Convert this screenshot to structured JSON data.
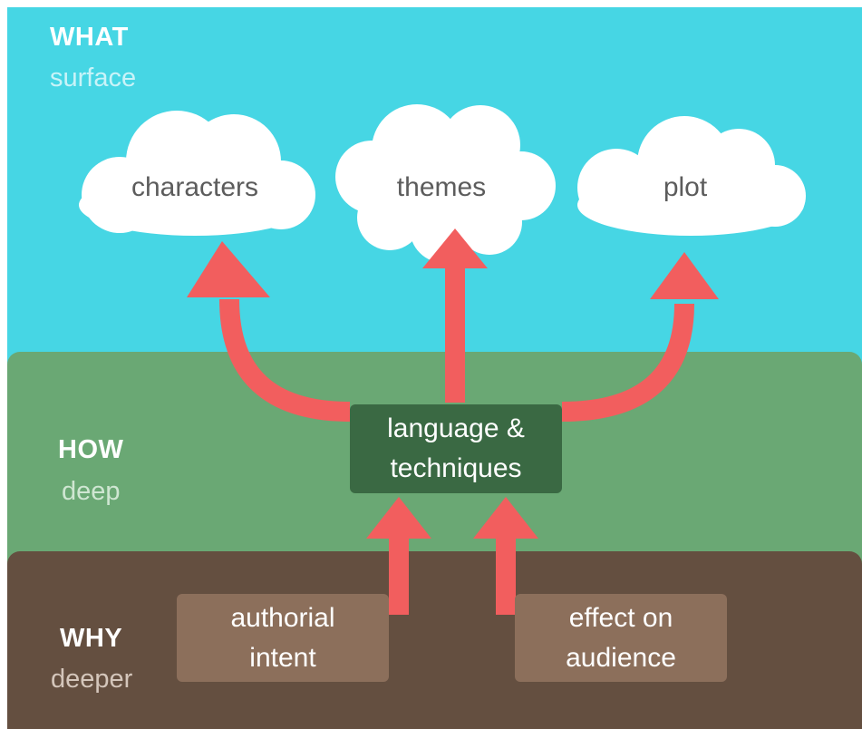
{
  "tiers": {
    "what": {
      "title": "WHAT",
      "subtitle": "surface"
    },
    "how": {
      "title": "HOW",
      "subtitle": "deep"
    },
    "why": {
      "title": "WHY",
      "subtitle": "deeper"
    }
  },
  "clouds": [
    "characters",
    "themes",
    "plot"
  ],
  "center_box": {
    "line1": "language &",
    "line2": "techniques"
  },
  "source_boxes": [
    {
      "line1": "authorial",
      "line2": "intent"
    },
    {
      "line1": "effect on",
      "line2": "audience"
    }
  ],
  "colors": {
    "sky": "#46d6e4",
    "ground": "#6aa874",
    "soil": "#644f40",
    "center_box": "#3a6943",
    "source_box": "#8c6f5b",
    "arrow": "#f25e5e",
    "cloud": "#ffffff"
  }
}
